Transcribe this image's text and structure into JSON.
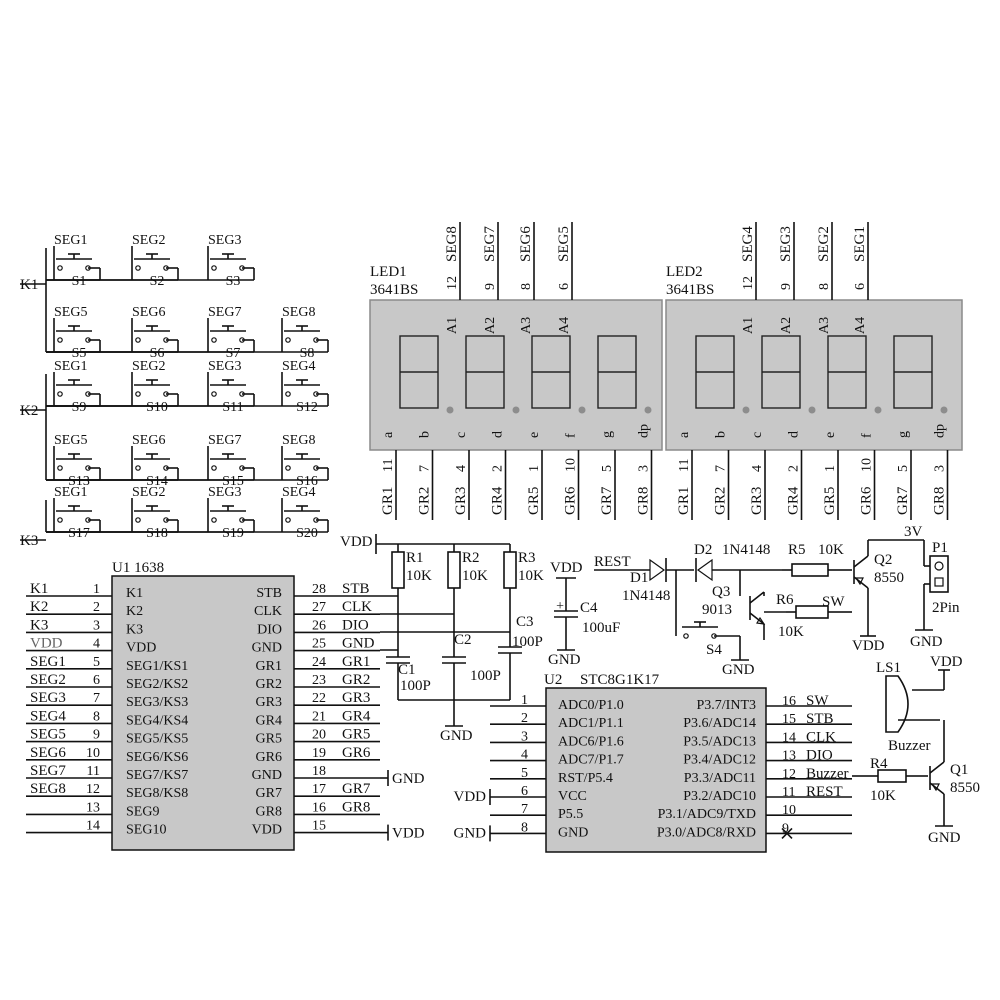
{
  "keypad": {
    "rows": [
      {
        "name": "K1",
        "keys": [
          {
            "seg": "SEG1",
            "sw": "S1"
          },
          {
            "seg": "SEG2",
            "sw": "S2"
          },
          {
            "seg": "SEG3",
            "sw": "S3"
          },
          {
            "seg": "",
            "sw": ""
          },
          {
            "seg": "SEG5",
            "sw": "S5"
          },
          {
            "seg": "SEG6",
            "sw": "S6"
          },
          {
            "seg": "SEG7",
            "sw": "S7"
          },
          {
            "seg": "SEG8",
            "sw": "S8"
          }
        ]
      },
      {
        "name": "K2",
        "keys": [
          {
            "seg": "SEG1",
            "sw": "S9"
          },
          {
            "seg": "SEG2",
            "sw": "S10"
          },
          {
            "seg": "SEG3",
            "sw": "S11"
          },
          {
            "seg": "SEG4",
            "sw": "S12"
          },
          {
            "seg": "SEG5",
            "sw": "S13"
          },
          {
            "seg": "SEG6",
            "sw": "S14"
          },
          {
            "seg": "SEG7",
            "sw": "S15"
          },
          {
            "seg": "SEG8",
            "sw": "S16"
          }
        ]
      },
      {
        "name": "K3",
        "keys": [
          {
            "seg": "SEG1",
            "sw": "S17"
          },
          {
            "seg": "SEG2",
            "sw": "S18"
          },
          {
            "seg": "SEG3",
            "sw": "S19"
          },
          {
            "seg": "SEG4",
            "sw": "S20"
          }
        ]
      }
    ]
  },
  "leds": [
    {
      "ref": "LED1",
      "part": "3641BS",
      "top_pins": [
        {
          "num": "12",
          "net": "SEG8"
        },
        {
          "num": "9",
          "net": "SEG7"
        },
        {
          "num": "8",
          "net": "SEG6"
        },
        {
          "num": "6",
          "net": "SEG5"
        }
      ],
      "digit_labels": [
        "A1",
        "A2",
        "A3",
        "A4"
      ],
      "seg_labels": [
        "a",
        "b",
        "c",
        "d",
        "e",
        "f",
        "g",
        "dp"
      ],
      "bottom_pins": [
        {
          "num": "11",
          "net": "GR1"
        },
        {
          "num": "7",
          "net": "GR2"
        },
        {
          "num": "4",
          "net": "GR3"
        },
        {
          "num": "2",
          "net": "GR4"
        },
        {
          "num": "1",
          "net": "GR5"
        },
        {
          "num": "10",
          "net": "GR6"
        },
        {
          "num": "5",
          "net": "GR7"
        },
        {
          "num": "3",
          "net": "GR8"
        }
      ]
    },
    {
      "ref": "LED2",
      "part": "3641BS",
      "top_pins": [
        {
          "num": "12",
          "net": "SEG4"
        },
        {
          "num": "9",
          "net": "SEG3"
        },
        {
          "num": "8",
          "net": "SEG2"
        },
        {
          "num": "6",
          "net": "SEG1"
        }
      ],
      "digit_labels": [
        "A1",
        "A2",
        "A3",
        "A4"
      ],
      "seg_labels": [
        "a",
        "b",
        "c",
        "d",
        "e",
        "f",
        "g",
        "dp"
      ],
      "bottom_pins": [
        {
          "num": "11",
          "net": "GR1"
        },
        {
          "num": "7",
          "net": "GR2"
        },
        {
          "num": "4",
          "net": "GR3"
        },
        {
          "num": "2",
          "net": "GR4"
        },
        {
          "num": "1",
          "net": "GR5"
        },
        {
          "num": "10",
          "net": "GR6"
        },
        {
          "num": "5",
          "net": "GR7"
        },
        {
          "num": "3",
          "net": "GR8"
        }
      ]
    }
  ],
  "u1": {
    "title": "U1  1638",
    "left": [
      {
        "net": "K1",
        "num": "1",
        "pin": "K1"
      },
      {
        "net": "K2",
        "num": "2",
        "pin": "K2"
      },
      {
        "net": "K3",
        "num": "3",
        "pin": "K3"
      },
      {
        "net": "VDD",
        "num": "4",
        "pin": "VDD"
      },
      {
        "net": "SEG1",
        "num": "5",
        "pin": "SEG1/KS1"
      },
      {
        "net": "SEG2",
        "num": "6",
        "pin": "SEG2/KS2"
      },
      {
        "net": "SEG3",
        "num": "7",
        "pin": "SEG3/KS3"
      },
      {
        "net": "SEG4",
        "num": "8",
        "pin": "SEG4/KS4"
      },
      {
        "net": "SEG5",
        "num": "9",
        "pin": "SEG5/KS5"
      },
      {
        "net": "SEG6",
        "num": "10",
        "pin": "SEG6/KS6"
      },
      {
        "net": "SEG7",
        "num": "11",
        "pin": "SEG7/KS7"
      },
      {
        "net": "SEG8",
        "num": "12",
        "pin": "SEG8/KS8"
      },
      {
        "net": "",
        "num": "13",
        "pin": "SEG9"
      },
      {
        "net": "",
        "num": "14",
        "pin": "SEG10"
      }
    ],
    "right": [
      {
        "pin": "STB",
        "num": "28",
        "net": "STB"
      },
      {
        "pin": "CLK",
        "num": "27",
        "net": "CLK"
      },
      {
        "pin": "DIO",
        "num": "26",
        "net": "DIO"
      },
      {
        "pin": "GND",
        "num": "25",
        "net": "GND"
      },
      {
        "pin": "GR1",
        "num": "24",
        "net": "GR1"
      },
      {
        "pin": "GR2",
        "num": "23",
        "net": "GR2"
      },
      {
        "pin": "GR3",
        "num": "22",
        "net": "GR3"
      },
      {
        "pin": "GR4",
        "num": "21",
        "net": "GR4"
      },
      {
        "pin": "GR5",
        "num": "20",
        "net": "GR5"
      },
      {
        "pin": "GR6",
        "num": "19",
        "net": "GR6"
      },
      {
        "pin": "GND",
        "num": "18",
        "net": ""
      },
      {
        "pin": "GR7",
        "num": "17",
        "net": "GR7"
      },
      {
        "pin": "GR8",
        "num": "16",
        "net": "GR8"
      },
      {
        "pin": "VDD",
        "num": "15",
        "net": ""
      }
    ],
    "gnd_tag": "GND",
    "vdd_tag": "VDD"
  },
  "passives": {
    "vdd": "VDD",
    "r1": {
      "ref": "R1",
      "val": "10K"
    },
    "r2": {
      "ref": "R2",
      "val": "10K"
    },
    "r3": {
      "ref": "R3",
      "val": "10K"
    },
    "c1": {
      "ref": "C1",
      "val": "100P"
    },
    "c2": {
      "ref": "C2",
      "val": "100P"
    },
    "c3": {
      "ref": "C3",
      "val": "100P"
    },
    "c4": {
      "ref": "C4",
      "val": "100uF",
      "plus": "+"
    },
    "c4_vdd": "VDD",
    "c4_gnd": "GND",
    "gnd": "GND"
  },
  "u2": {
    "title": "STC8G1K17",
    "ref": "U2",
    "left": [
      {
        "num": "1",
        "pin": "ADC0/P1.0",
        "net": ""
      },
      {
        "num": "2",
        "pin": "ADC1/P1.1",
        "net": ""
      },
      {
        "num": "3",
        "pin": "ADC6/P1.6",
        "net": ""
      },
      {
        "num": "4",
        "pin": "ADC7/P1.7",
        "net": ""
      },
      {
        "num": "5",
        "pin": "RST/P5.4",
        "net": ""
      },
      {
        "num": "6",
        "pin": "VCC",
        "net": "VDD"
      },
      {
        "num": "7",
        "pin": "P5.5",
        "net": ""
      },
      {
        "num": "8",
        "pin": "GND",
        "net": "GND"
      }
    ],
    "right": [
      {
        "num": "16",
        "pin": "P3.7/INT3",
        "net": "SW"
      },
      {
        "num": "15",
        "pin": "P3.6/ADC14",
        "net": "STB"
      },
      {
        "num": "14",
        "pin": "P3.5/ADC13",
        "net": "CLK"
      },
      {
        "num": "13",
        "pin": "P3.4/ADC12",
        "net": "DIO"
      },
      {
        "num": "12",
        "pin": "P3.3/ADC11",
        "net": "Buzzer"
      },
      {
        "num": "11",
        "pin": "P3.2/ADC10",
        "net": "REST"
      },
      {
        "num": "10",
        "pin": "P3.1/ADC9/TXD",
        "net": ""
      },
      {
        "num": "9",
        "pin": "P3.0/ADC8/RXD",
        "net": ""
      }
    ]
  },
  "power": {
    "rest": "REST",
    "d1": {
      "ref": "D1",
      "part": "1N4148"
    },
    "d2": {
      "ref": "D2",
      "part": "1N4148"
    },
    "r5": {
      "ref": "R5",
      "val": "10K"
    },
    "r6": {
      "ref": "R6",
      "val": "10K"
    },
    "sw": "SW",
    "q2": {
      "ref": "Q2",
      "part": "8550"
    },
    "q3": {
      "ref": "Q3",
      "part": "9013"
    },
    "s4": "S4",
    "p1": {
      "ref": "P1",
      "part": "2Pin",
      "volt": "3V"
    },
    "vdd": "VDD",
    "gnd": "GND"
  },
  "buzzer": {
    "ls1": "LS1",
    "label": "Buzzer",
    "vdd": "VDD",
    "r4": {
      "ref": "R4",
      "val": "10K"
    },
    "q1": {
      "ref": "Q1",
      "part": "8550"
    },
    "gnd": "GND"
  }
}
